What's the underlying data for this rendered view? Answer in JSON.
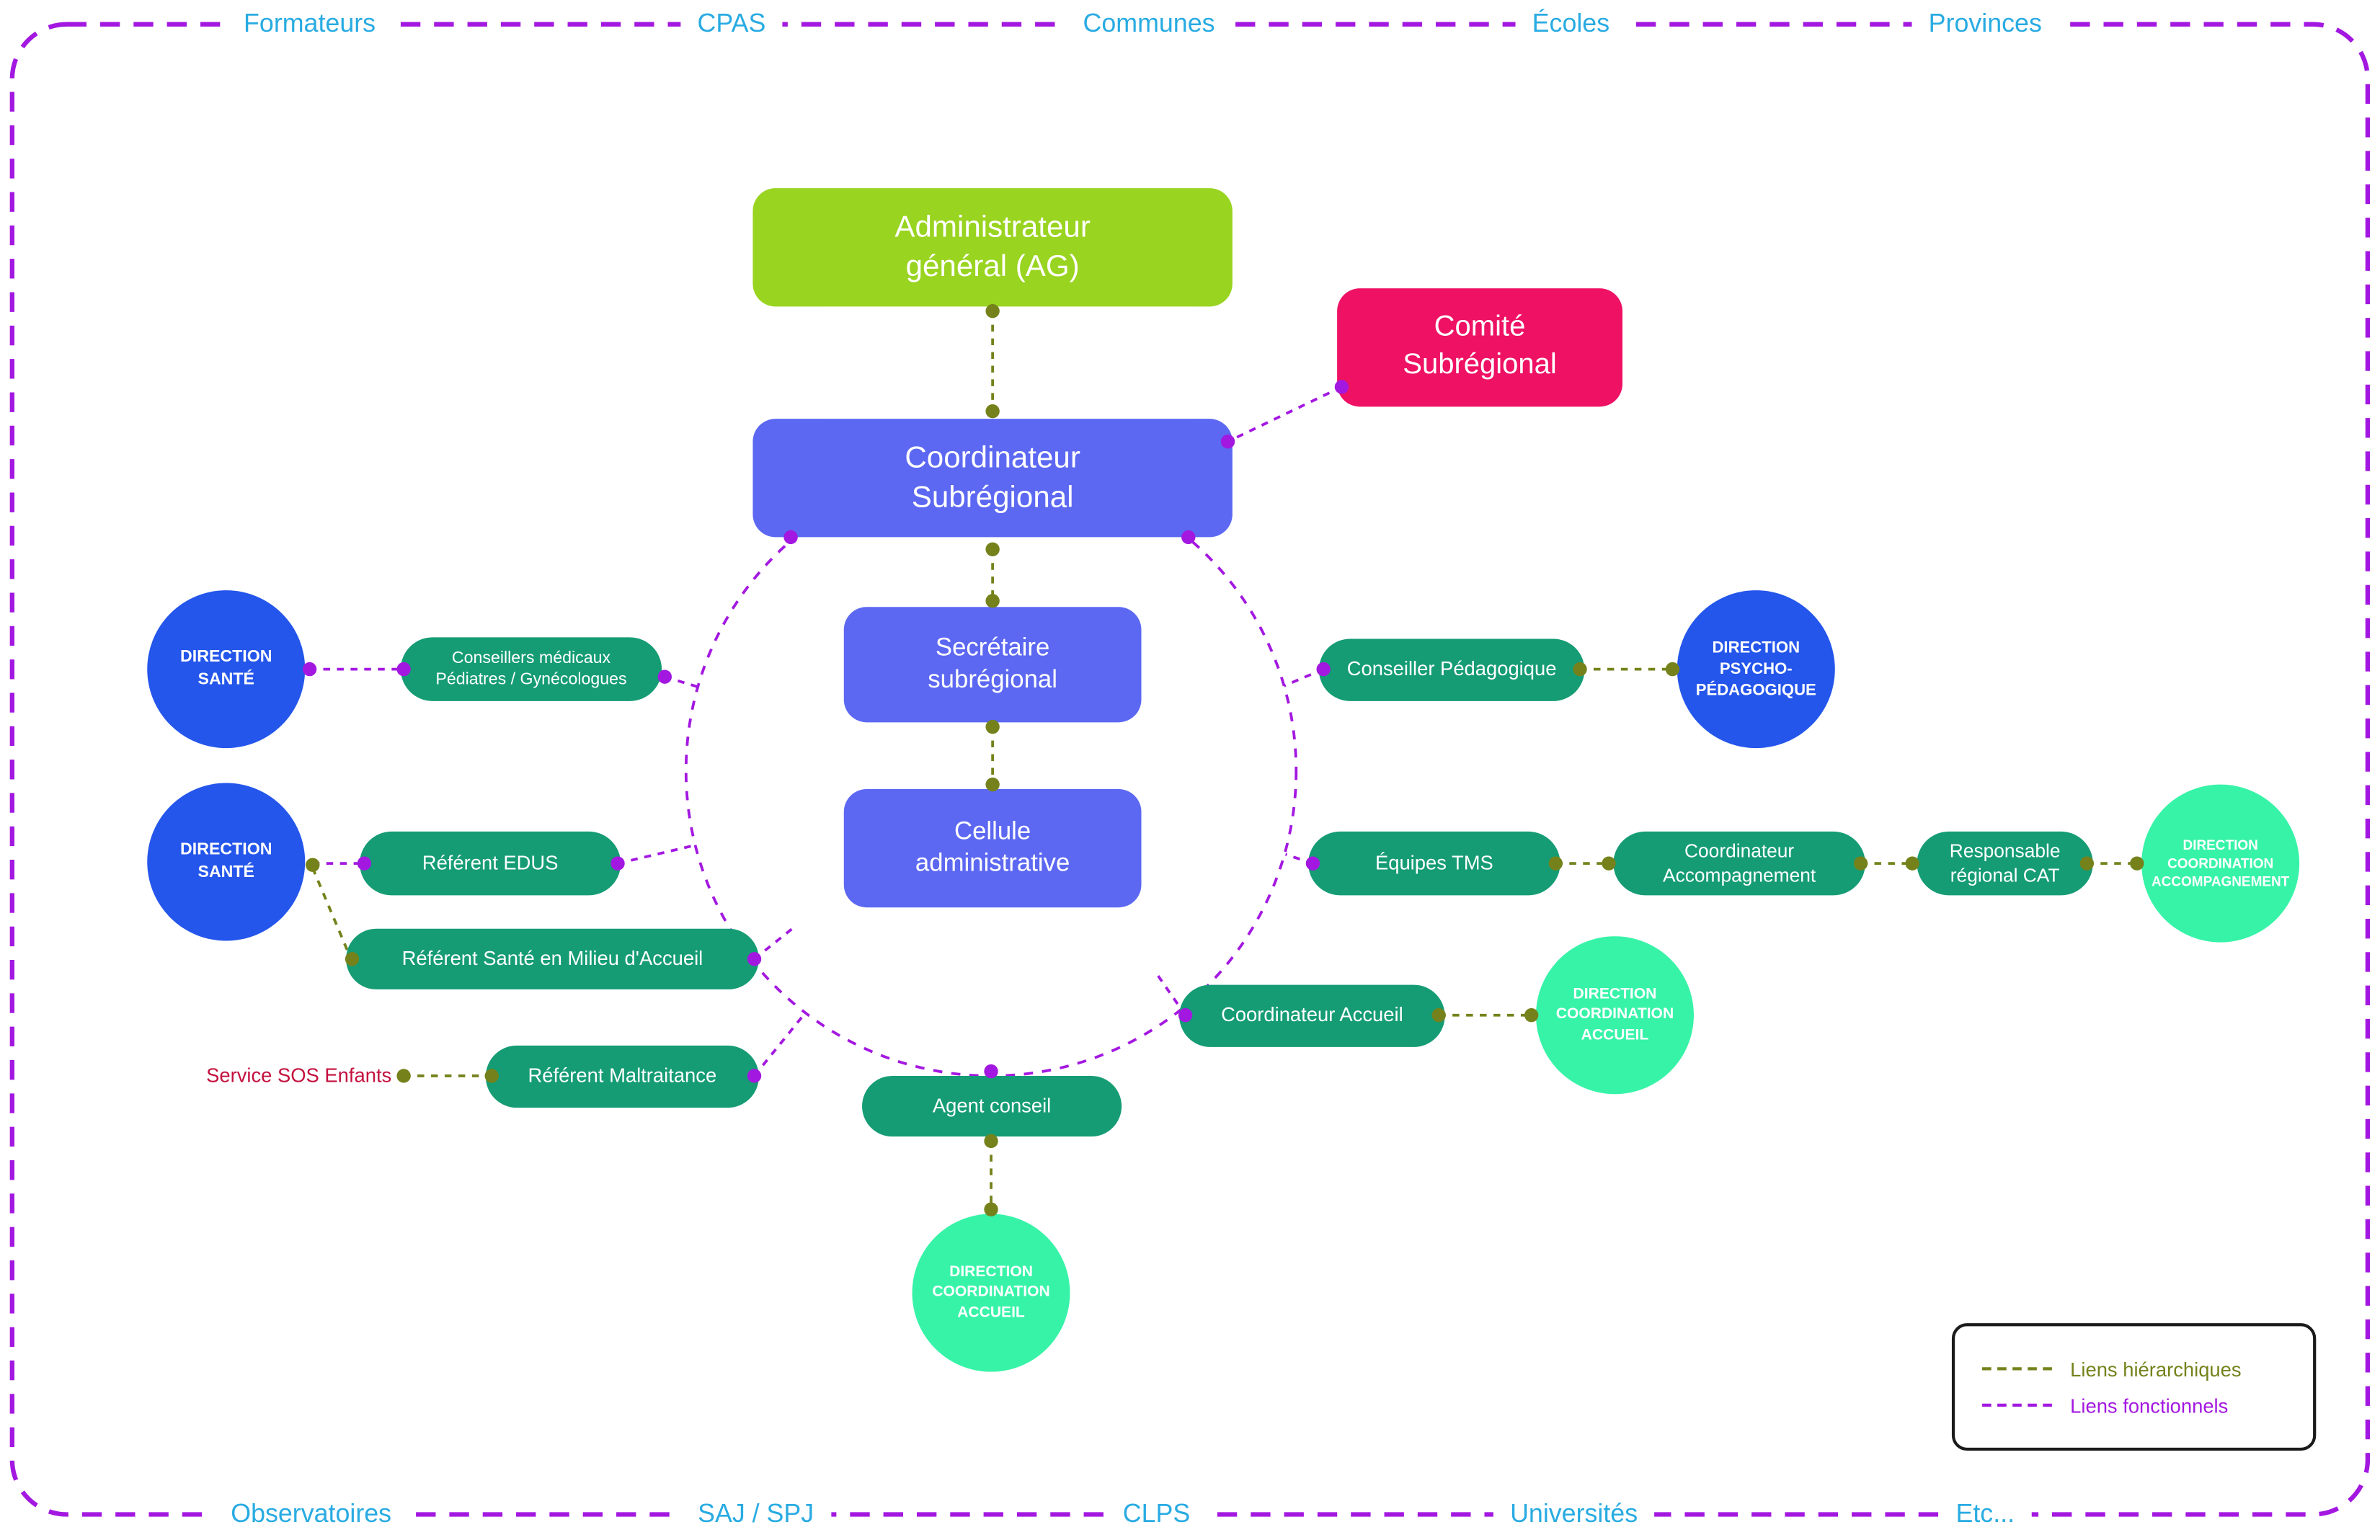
{
  "colors": {
    "hier": "#75821b",
    "func": "#a318e0",
    "lime": "#99d420",
    "pink": "#ee1164",
    "violet": "#5c68f2",
    "pill": "#159c74",
    "circleblue": "#2456eb",
    "spring": "#37f3a8",
    "cyan": "#29abe2",
    "red": "#c4103e"
  },
  "border_labels": {
    "top": [
      "Formateurs",
      "CPAS",
      "Communes",
      "Écoles",
      "Provinces"
    ],
    "bottom": [
      "Observatoires",
      "SAJ / SPJ",
      "CLPS",
      "Universités",
      "Etc..."
    ]
  },
  "nodes": {
    "ag": "Administrateur\ngénéral (AG)",
    "comite": "Comité\nSubrégional",
    "coordinateur": "Coordinateur\nSubrégional",
    "secretaire": "Secrétaire\nsubrégional",
    "cellule": "Cellule\nadministrative",
    "dir_sante_1": "DIRECTION\nSANTÉ",
    "dir_sante_2": "DIRECTION\nSANTÉ",
    "conseillers_medicaux": "Conseillers médicaux\nPédiatres / Gynécologues",
    "referent_edus": "Référent EDUS",
    "referent_sante_milieu": "Référent Santé en Milieu d'Accueil",
    "sos": "Service SOS Enfants",
    "referent_maltraitance": "Référent Maltraitance",
    "conseiller_pedagogique": "Conseiller Pédagogique",
    "dir_psycho": "DIRECTION\nPSYCHO-\nPÉDAGOGIQUE",
    "equipes_tms": "Équipes TMS",
    "coordinateur_accompagnement": "Coordinateur\nAccompagnement",
    "responsable_cat": "Responsable\nrégional CAT",
    "dir_coord_accompagnement": "DIRECTION\nCOORDINATION\nACCOMPAGNEMENT",
    "coordinateur_accueil": "Coordinateur Accueil",
    "dir_coord_accueil_right": "DIRECTION\nCOORDINATION\nACCUEIL",
    "agent_conseil": "Agent conseil",
    "dir_coord_accueil_bottom": "DIRECTION\nCOORDINATION\nACCUEIL"
  },
  "legend": {
    "hierarchical": "Liens hiérarchiques",
    "functional": "Liens fonctionnels"
  }
}
